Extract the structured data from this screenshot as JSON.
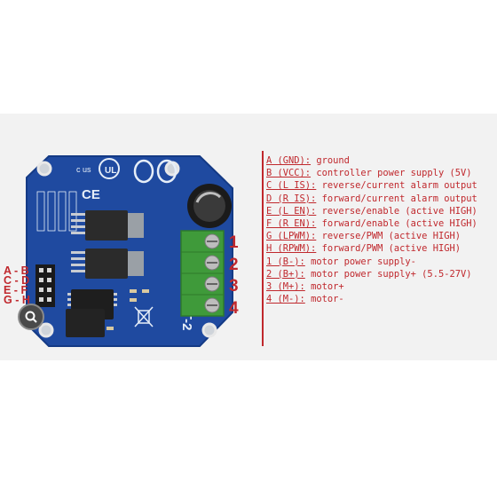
{
  "board": {
    "model_label": "BT-2",
    "ce_mark": "CE",
    "ul_mark": "UL",
    "ul_mark_small": "c  us",
    "header_pin_labels": [
      "A - B",
      "C - D",
      "E - F",
      "G - H"
    ],
    "terminal_labels": [
      "1",
      "2",
      "3",
      "4"
    ]
  },
  "legend": {
    "rows": [
      {
        "key": "A (GND):",
        "text": "ground"
      },
      {
        "key": "B (VCC):",
        "text": "controller power supply (5V)"
      },
      {
        "key": "C (L IS):",
        "text": "reverse/current alarm output"
      },
      {
        "key": "D (R IS):",
        "text": "forward/current alarm output"
      },
      {
        "key": "E (L EN):",
        "text": "reverse/enable (active HIGH)"
      },
      {
        "key": "F (R EN):",
        "text": "forward/enable (active HIGH)"
      },
      {
        "key": "G (LPWM):",
        "text": "reverse/PWM (active HIGH)"
      },
      {
        "key": "H (RPWM):",
        "text": "forward/PWM (active HIGH)"
      },
      {
        "key": "1 (B-):",
        "text": "motor power supply-"
      },
      {
        "key": "2 (B+):",
        "text": "motor power supply+ (5.5-27V)"
      },
      {
        "key": "3 (M+):",
        "text": "motor+"
      },
      {
        "key": "4 (M-):",
        "text": "motor-"
      }
    ]
  },
  "colors": {
    "annotation_red": "#c0282d",
    "pcb_blue": "#1f4aa0",
    "terminal_green": "#3f9a3a"
  },
  "icons": {
    "lens": "google-lens-icon"
  }
}
